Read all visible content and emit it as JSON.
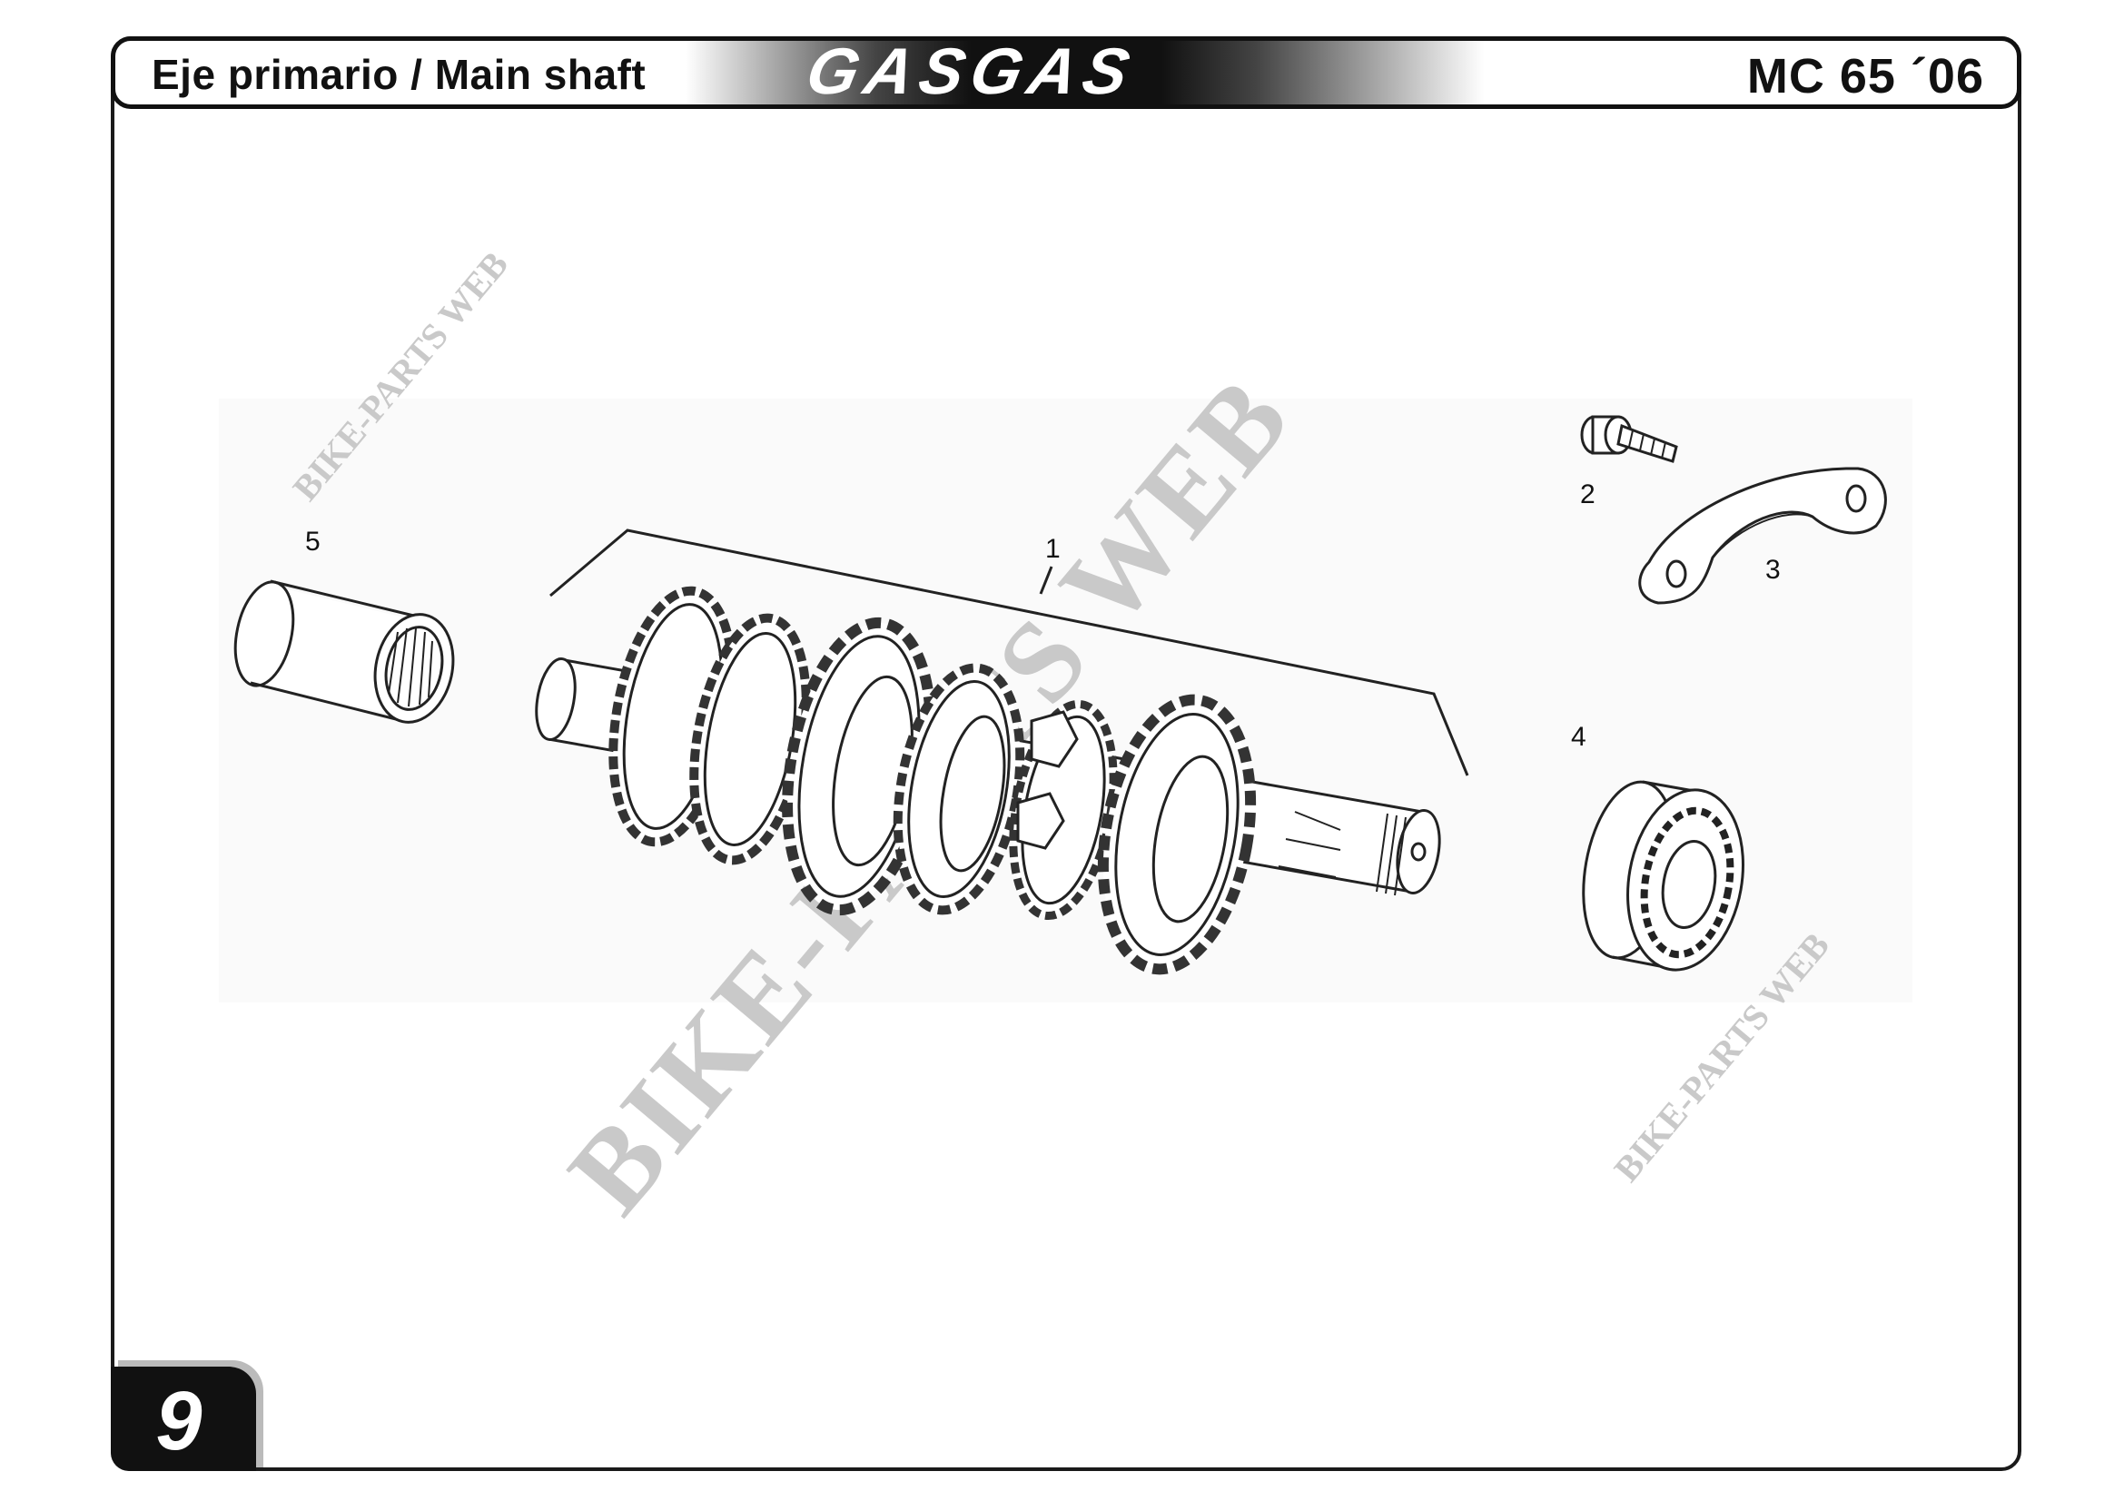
{
  "header": {
    "title": "Eje primario / Main shaft",
    "brand": "GASGAS",
    "model": "MC 65 ´06"
  },
  "page_number": "9",
  "callouts": [
    "1",
    "2",
    "3",
    "4",
    "5"
  ],
  "watermarks": {
    "large": "BIKE-PARTS WEB",
    "small_top": "BIKE-PARTS WEB",
    "small_bottom": "BIKE-PARTS WEB"
  },
  "colors": {
    "frame": "#1a1a1a",
    "watermark": "#c9c9c9",
    "line_art": "#222222"
  }
}
